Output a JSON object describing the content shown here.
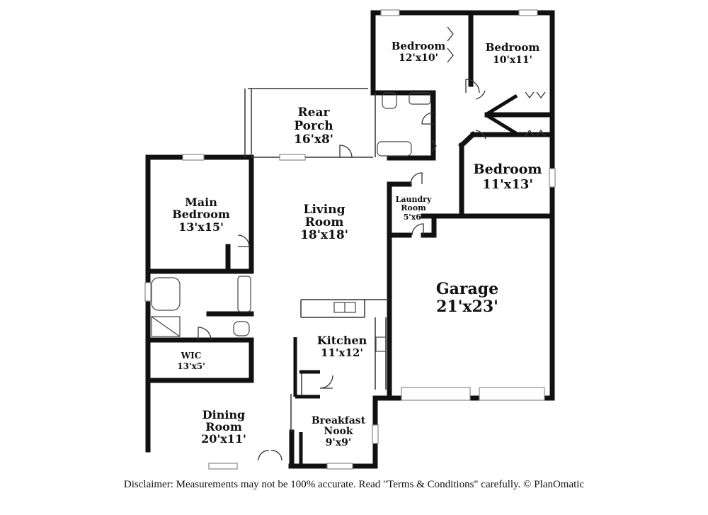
{
  "rooms": {
    "bedroom1": {
      "name": "Bedroom",
      "size": "12'x10'"
    },
    "bedroom2": {
      "name": "Bedroom",
      "size": "10'x11'"
    },
    "rear_porch": {
      "name_line1": "Rear",
      "name_line2": "Porch",
      "size": "16'x8'"
    },
    "bedroom3": {
      "name": "Bedroom",
      "size": "11'x13'"
    },
    "laundry": {
      "name_line1": "Laundry",
      "name_line2": "Room",
      "size": "5'x6'"
    },
    "main_bedroom": {
      "name_line1": "Main",
      "name_line2": "Bedroom",
      "size": "13'x15'"
    },
    "living_room": {
      "name_line1": "Living",
      "name_line2": "Room",
      "size": "18'x18'"
    },
    "garage": {
      "name": "Garage",
      "size": "21'x23'"
    },
    "kitchen": {
      "name": "Kitchen",
      "size": "11'x12'"
    },
    "wic": {
      "name": "WIC",
      "size": "13'x5'"
    },
    "dining_room": {
      "name_line1": "Dining",
      "name_line2": "Room",
      "size": "20'x11'"
    },
    "breakfast_nook": {
      "name_line1": "Breakfast",
      "name_line2": "Nook",
      "size": "9'x9'"
    }
  },
  "disclaimer": "Disclaimer: Measurements may not be 100% accurate. Read \"Terms & Conditions\" carefully. © PlanOmatic",
  "colors": {
    "wall": "#111111",
    "thin_line": "#333333",
    "window": "#aaaaaa"
  }
}
